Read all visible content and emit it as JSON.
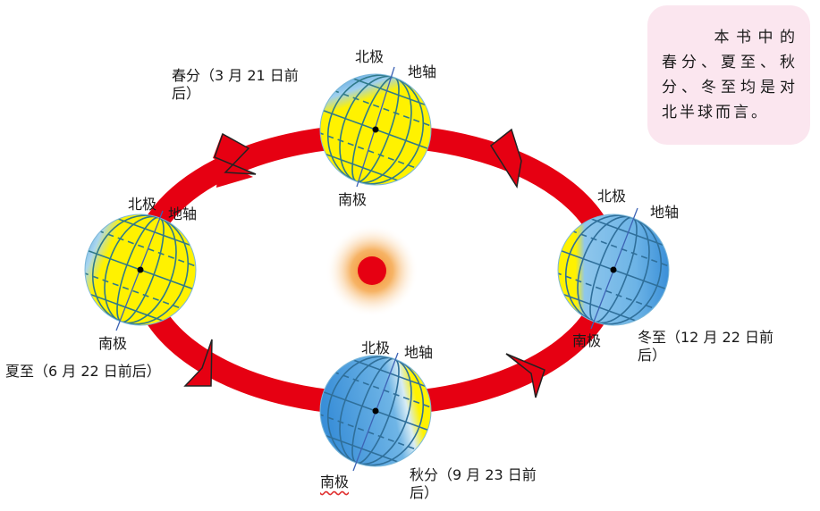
{
  "note": {
    "text": "本书中的春分、夏至、秋分、冬至均是对北半球而言。",
    "background": "#fbe6ef"
  },
  "labels": {
    "north_pole": "北极",
    "south_pole": "南极",
    "axis": "地轴"
  },
  "positions": [
    {
      "id": "spring",
      "name": "春分",
      "date_line1": "春分（3 月 21 日前",
      "date_line2": "后）"
    },
    {
      "id": "summer",
      "name": "夏至",
      "date_line1": "夏至（6 月 22 日前后）",
      "date_line2": ""
    },
    {
      "id": "autumn",
      "name": "秋分",
      "date_line1": "秋分（9 月 23 日前",
      "date_line2": "后）"
    },
    {
      "id": "winter",
      "name": "冬至",
      "date_line1": "冬至（12 月 22 日前",
      "date_line2": "后）"
    }
  ],
  "colors": {
    "orbit": "#e60012",
    "sun_core": "#e60012",
    "sun_glow": "#f39a3a",
    "day_side": "#fff200",
    "night_side": "#3a8fd8",
    "grid": "#2f7a8a"
  }
}
